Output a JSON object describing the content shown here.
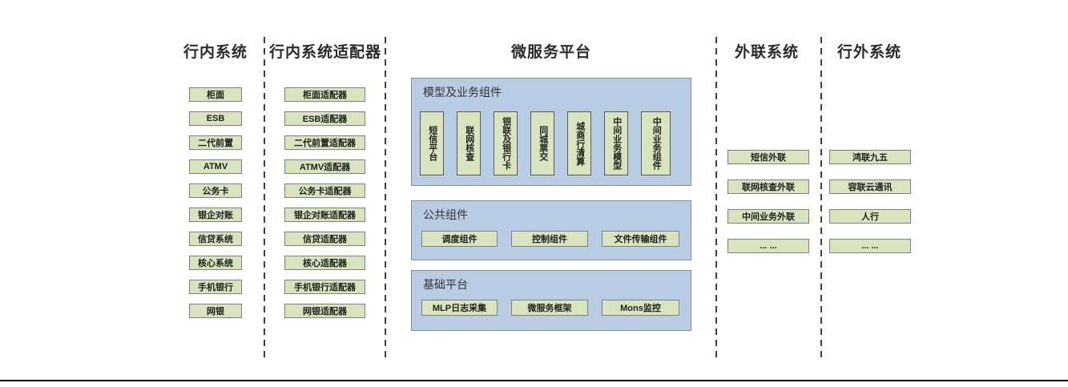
{
  "columns": {
    "internal": {
      "title": "行内系统",
      "boxes": [
        "柜面",
        "ESB",
        "二代前置",
        "ATMV",
        "公务卡",
        "银企对账",
        "信贷系统",
        "核心系统",
        "手机银行",
        "网银"
      ]
    },
    "adapters": {
      "title": "行内系统适配器",
      "boxes": [
        "柜面适配器",
        "ESB适配器",
        "二代前置适配器",
        "ATMV适配器",
        "公务卡适配器",
        "银企对账适配器",
        "信贷适配器",
        "核心适配器",
        "手机银行适配器",
        "网银适配器"
      ]
    },
    "platform": {
      "title": "微服务平台",
      "sections": {
        "model": {
          "label": "模型及业务组件",
          "boxes": [
            "短信平台",
            "联网核查",
            "银联及银行卡",
            "同城票交",
            "城商行清算",
            "中间业务模型",
            "中间业务组件"
          ]
        },
        "common": {
          "label": "公共组件",
          "boxes": [
            "调度组件",
            "控制组件",
            "文件传输组件"
          ]
        },
        "base": {
          "label": "基础平台",
          "boxes": [
            "MLP日志采集",
            "微服务框架",
            "Mons监控"
          ]
        }
      }
    },
    "outbound": {
      "title": "外联系统",
      "boxes": [
        "短信外联",
        "联网核查外联",
        "中间业务外联",
        "... ..."
      ]
    },
    "external": {
      "title": "行外系统",
      "boxes": [
        "鸿联九五",
        "容联云通讯",
        "人行",
        "... ..."
      ]
    }
  },
  "colors": {
    "box_green": "#d7e4bd",
    "panel_blue": "#b8cce4",
    "box_border": "#7f7f7f",
    "dash_line": "#3f3f3f",
    "bottom_bar": "#000000"
  }
}
